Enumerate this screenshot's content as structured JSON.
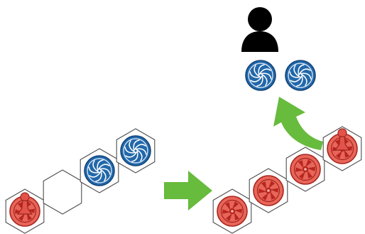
{
  "scene": {
    "left_board": {
      "hexes": [
        {
          "content": "red-token",
          "pawn": true
        },
        {
          "content": "empty",
          "pawn": false
        },
        {
          "content": "blue-token",
          "pawn": false
        },
        {
          "content": "blue-token",
          "pawn": false
        }
      ]
    },
    "transition_arrow": {
      "icon": "right-arrow-icon",
      "color": "#67bb3d"
    },
    "right_board": {
      "hexes": [
        {
          "content": "red-token",
          "pawn": false
        },
        {
          "content": "red-token",
          "pawn": false
        },
        {
          "content": "red-token",
          "pawn": false
        },
        {
          "content": "red-token",
          "pawn": true
        }
      ]
    },
    "player_area": {
      "icon": "player-silhouette-icon",
      "captured_tokens": [
        "blue-token",
        "blue-token"
      ]
    },
    "capture_arrow": {
      "icon": "curved-arrow-icon",
      "color": "#67bb3d"
    },
    "colors": {
      "red_token": "#e8655a",
      "blue_token": "#2268aa",
      "hex_outline": "#4f4f4f"
    }
  }
}
